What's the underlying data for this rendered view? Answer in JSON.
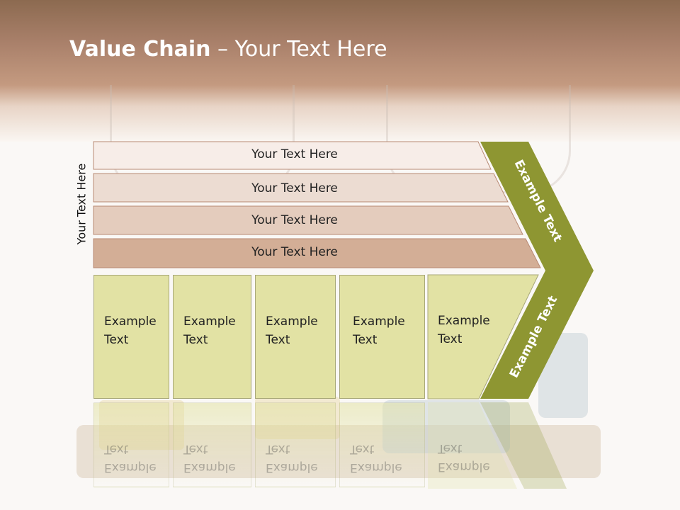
{
  "title": {
    "bold": "Value Chain",
    "rest": " – Your Text Here"
  },
  "side_label": "Your Text Here",
  "bands": [
    {
      "label": "Your Text Here",
      "color": "#f7ede8"
    },
    {
      "label": "Your Text Here",
      "color": "#ecdcd2"
    },
    {
      "label": "Your Text Here",
      "color": "#e4ccbd"
    },
    {
      "label": "Your Text Here",
      "color": "#d3ae96"
    }
  ],
  "columns": [
    {
      "line1": "Example",
      "line2": "Text"
    },
    {
      "line1": "Example",
      "line2": "Text"
    },
    {
      "line1": "Example",
      "line2": "Text"
    },
    {
      "line1": "Example",
      "line2": "Text"
    },
    {
      "line1": "Example",
      "line2": "Text"
    }
  ],
  "chevron": {
    "upper_label": "Example Text",
    "lower_label": "Example Text",
    "color": "#8e9632"
  }
}
